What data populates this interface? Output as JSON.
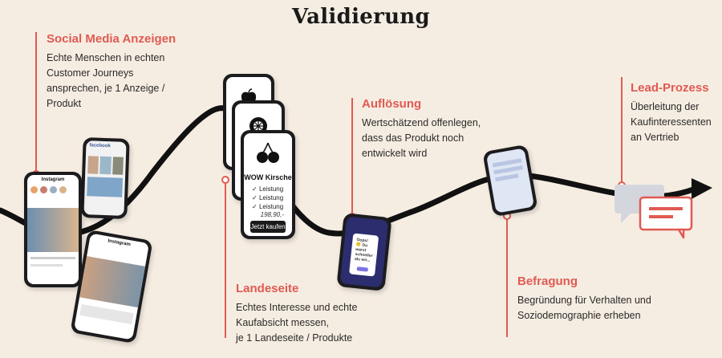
{
  "title": "Validierung",
  "colors": {
    "accent": "#e05a52",
    "background": "#f6ede2",
    "curve": "#111111"
  },
  "stages": [
    {
      "heading": "Social Media Anzeigen",
      "text": "Echte Menschen in echten\nCustomer Journeys\nansprechen, je 1 Anzeige /\nProdukt"
    },
    {
      "heading": "Landeseite",
      "text": "Echtes Interesse und echte\nKaufabsicht messen,\nje 1 Landeseite / Produkte"
    },
    {
      "heading": "Auflösung",
      "text": "Wertschätzend offenlegen,\ndass das Produkt noch\nentwickelt wird"
    },
    {
      "heading": "Befragung",
      "text": "Begründung für Verhalten und\nSoziodemographie erheben"
    },
    {
      "heading": "Lead-Prozess",
      "text": "Überleitung der\nKaufinteressenten\nan Vertrieb"
    }
  ],
  "phones": {
    "instagram_label": "Instagram",
    "facebook_label": "facebook",
    "product_name": "WOW Kirsche",
    "features": [
      "Leistung",
      "Leistung",
      "Leistung"
    ],
    "price": "198,90,-",
    "buy_label": "Jetzt kaufen",
    "reveal_text": "Oops! 🙂 Du warst schneller als wir..."
  },
  "icons": [
    "apple-icon",
    "orange-icon",
    "cherry-icon",
    "chat-bubbles-icon",
    "check-icon"
  ]
}
